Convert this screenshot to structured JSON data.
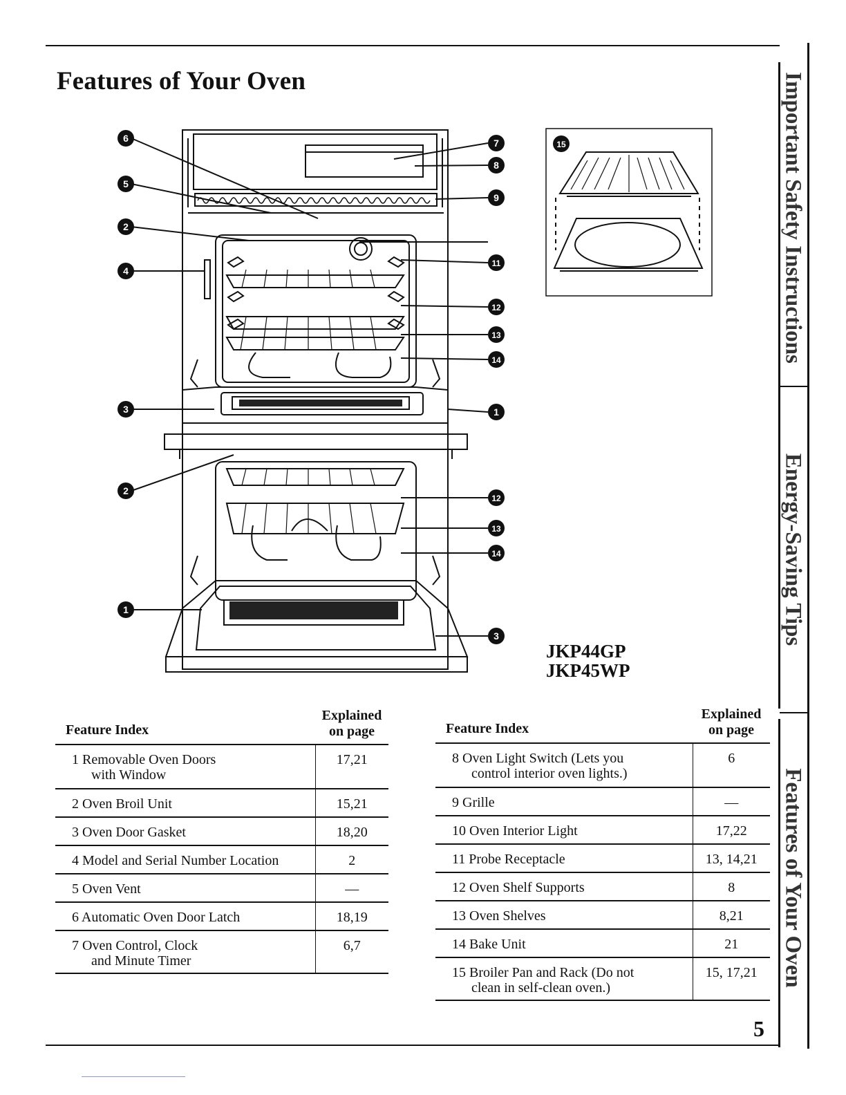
{
  "page": {
    "title": "Features of Your Oven",
    "number": "5"
  },
  "side_tabs": [
    {
      "label": "Important Safety Instructions"
    },
    {
      "label": "Energy-Saving Tips"
    },
    {
      "label": "Features of Your Oven"
    }
  ],
  "diagram": {
    "callouts": [
      "6",
      "5",
      "2",
      "4",
      "3",
      "2",
      "1",
      "7",
      "8",
      "9",
      "11",
      "12",
      "13",
      "14",
      "1",
      "12",
      "13",
      "14",
      "3",
      "15"
    ],
    "models": [
      "JKP44GP",
      "JKP45WP"
    ]
  },
  "colors": {
    "ink": "#111111",
    "tab_text": "#333333",
    "footer_line": "#8899cc"
  },
  "left_table": {
    "header_feature": "Feature Index",
    "header_page_1": "Explained",
    "header_page_2": "on page",
    "rows": [
      {
        "num": "1",
        "label": "Removable Oven Doors",
        "cont": "with Window",
        "page": "17,21"
      },
      {
        "num": "2",
        "label": "Oven Broil Unit",
        "cont": "",
        "page": "15,21"
      },
      {
        "num": "3",
        "label": "Oven Door Gasket",
        "cont": "",
        "page": "18,20"
      },
      {
        "num": "4",
        "label": "Model and Serial Number Location",
        "cont": "",
        "page": "2"
      },
      {
        "num": "5",
        "label": "Oven Vent",
        "cont": "",
        "page": "—"
      },
      {
        "num": "6",
        "label": "Automatic Oven Door Latch",
        "cont": "",
        "page": "18,19"
      },
      {
        "num": "7",
        "label": "Oven Control, Clock",
        "cont": "and Minute Timer",
        "page": "6,7"
      }
    ]
  },
  "right_table": {
    "header_feature": "Feature Index",
    "header_page_1": "Explained",
    "header_page_2": "on page",
    "rows": [
      {
        "num": "8",
        "label": "Oven Light Switch (Lets you",
        "cont": "control interior oven lights.)",
        "page": "6"
      },
      {
        "num": "9",
        "label": "Grille",
        "cont": "",
        "page": "—"
      },
      {
        "num": "10",
        "label": "Oven Interior Light",
        "cont": "",
        "page": "17,22"
      },
      {
        "num": "11",
        "label": "Probe Receptacle",
        "cont": "",
        "page": "13, 14,21"
      },
      {
        "num": "12",
        "label": "Oven Shelf Supports",
        "cont": "",
        "page": "8"
      },
      {
        "num": "13",
        "label": "Oven Shelves",
        "cont": "",
        "page": "8,21"
      },
      {
        "num": "14",
        "label": "Bake Unit",
        "cont": "",
        "page": "21"
      },
      {
        "num": "15",
        "label": "Broiler Pan and Rack (Do not",
        "cont": "clean in self-clean oven.)",
        "page": "15, 17,21"
      }
    ]
  }
}
